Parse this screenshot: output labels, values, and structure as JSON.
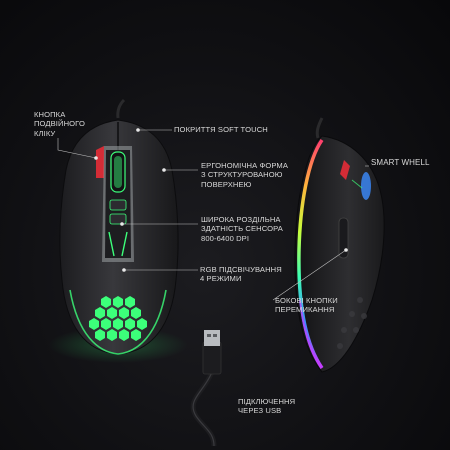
{
  "labels": {
    "side_button": "Кнопка\nподвійного\nкліку",
    "soft_touch": "Покриття SOFT TOUCH",
    "ergonomic": "Ергономічна форма\nз структурованою\nповерхнею",
    "resolution": "Широка роздільна\nздатність сенсора\n800-6400 DPI",
    "rgb": "RGB підсвічування\n4 режими",
    "side_buttons": "Бокові кнопки\nперемикання",
    "usb": "Підключення\nчерез USB",
    "smart_wheel": "SMART WHELL"
  },
  "colors": {
    "background": "#101013",
    "mouse_body": "#2a2a2d",
    "accent_green": "#3cff7a",
    "accent_red": "#e0303a",
    "label_text": "#d8d8d8"
  }
}
